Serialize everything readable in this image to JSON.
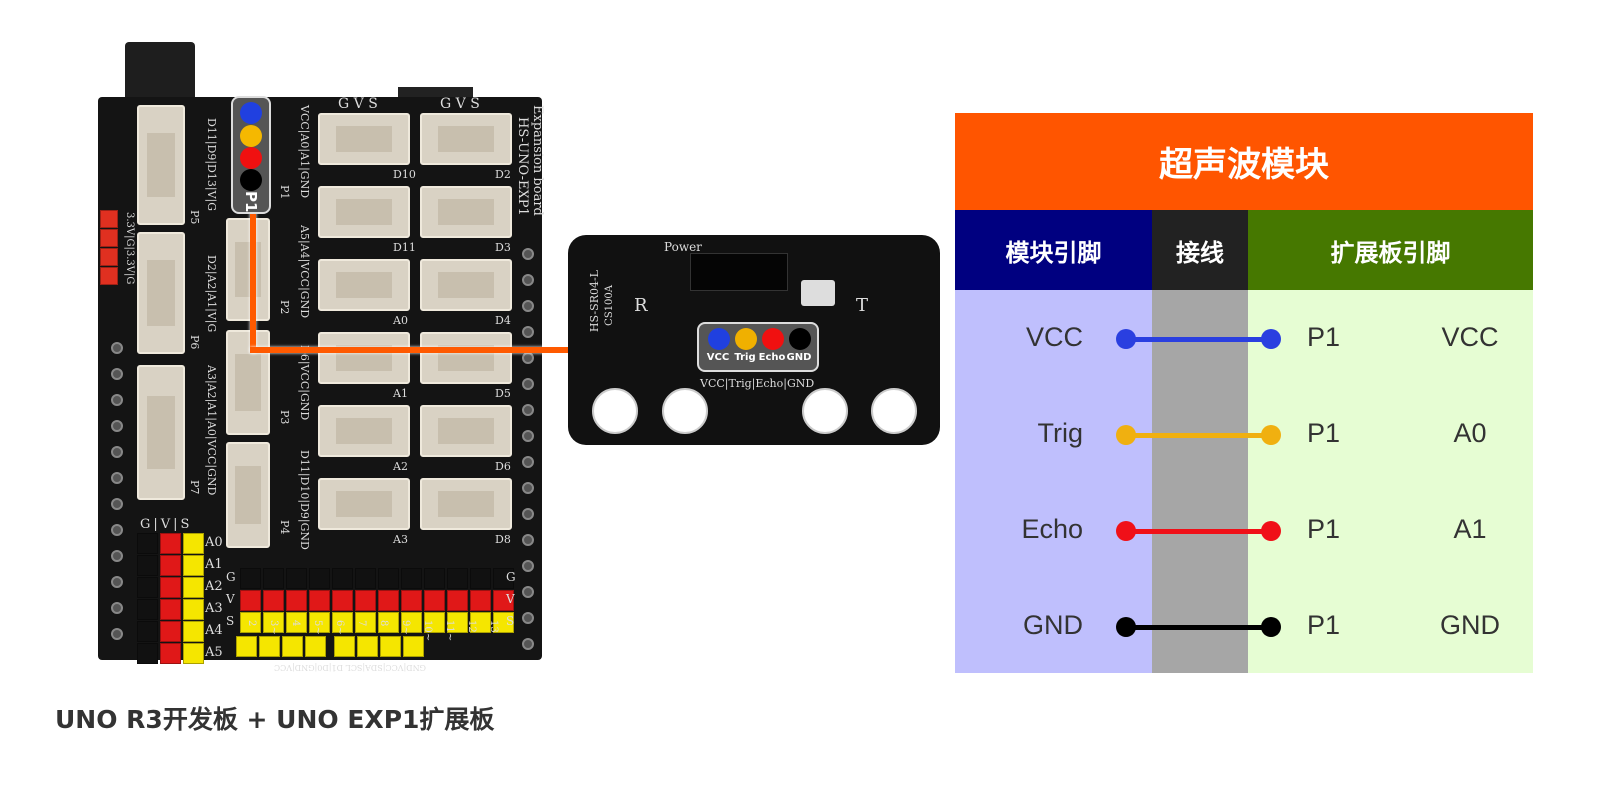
{
  "board": {
    "title": "HS-UNO-EXP1",
    "subtitle": "Expansion board",
    "gvs": "G V S",
    "left_labels": {
      "p5": "D11|D9|D13|V|G",
      "p6": "D2|A2|A1|V|G",
      "p7": "A3|A2|A1|A0|VCC|GND",
      "power": "3.3V|G|3.3V|G"
    },
    "mid_labels": {
      "p1": "VCC|A0|A1|GND",
      "p2": "A5|A4|VCC|GND",
      "p3": "D6|VCC|GND",
      "p4": "D11|D10|D9|GND"
    },
    "ports": [
      "P1",
      "P2",
      "P3",
      "P4",
      "P5",
      "P6",
      "P7"
    ],
    "connectors": [
      [
        "D10",
        "D2"
      ],
      [
        "D11",
        "D3"
      ],
      [
        "A0",
        "D4"
      ],
      [
        "A1",
        "D5"
      ],
      [
        "A2",
        "D6"
      ],
      [
        "A3",
        "D8"
      ]
    ],
    "header_left_cols": "G|V|S",
    "header_left_rows": [
      "A0",
      "A1",
      "A2",
      "A3",
      "A4",
      "A5"
    ],
    "header_right_rows": [
      "G",
      "V",
      "S"
    ],
    "header_right_cols": [
      "2",
      "3~",
      "4",
      "5~",
      "6~",
      "7",
      "8",
      "9~",
      "10~",
      "11~",
      "12",
      "13"
    ],
    "bottom_labels": "GND|VCC|SDA|SCL   D1|D0|GND|VCC",
    "p1_tag": "P1",
    "wire_color": "#ff5a00"
  },
  "module": {
    "power": "Power",
    "model": "HS-SR04-L",
    "chip": "CS100A",
    "r": "R",
    "t": "T",
    "pins_silk": "VCC|Trig|Echo|GND",
    "tag_pins": [
      {
        "label": "VCC",
        "color": "#2040e0"
      },
      {
        "label": "Trig",
        "color": "#f0b000"
      },
      {
        "label": "Echo",
        "color": "#f01010"
      },
      {
        "label": "GND",
        "color": "#000000"
      }
    ]
  },
  "caption": "UNO R3开发板 + UNO EXP1扩展板",
  "table": {
    "title": "超声波模块",
    "title_color": "#ff5500",
    "headers": [
      {
        "label": "模块引脚",
        "color": "#000080"
      },
      {
        "label": "接线",
        "color": "#222222"
      },
      {
        "label": "扩展板引脚",
        "color": "#467800"
      }
    ],
    "rows": [
      {
        "module_pin": "VCC",
        "port": "P1",
        "board_pin": "VCC",
        "color": "#2a3fe0"
      },
      {
        "module_pin": "Trig",
        "port": "P1",
        "board_pin": "A0",
        "color": "#f0b010"
      },
      {
        "module_pin": "Echo",
        "port": "P1",
        "board_pin": "A1",
        "color": "#f01018"
      },
      {
        "module_pin": "GND",
        "port": "P1",
        "board_pin": "GND",
        "color": "#000000"
      }
    ]
  }
}
